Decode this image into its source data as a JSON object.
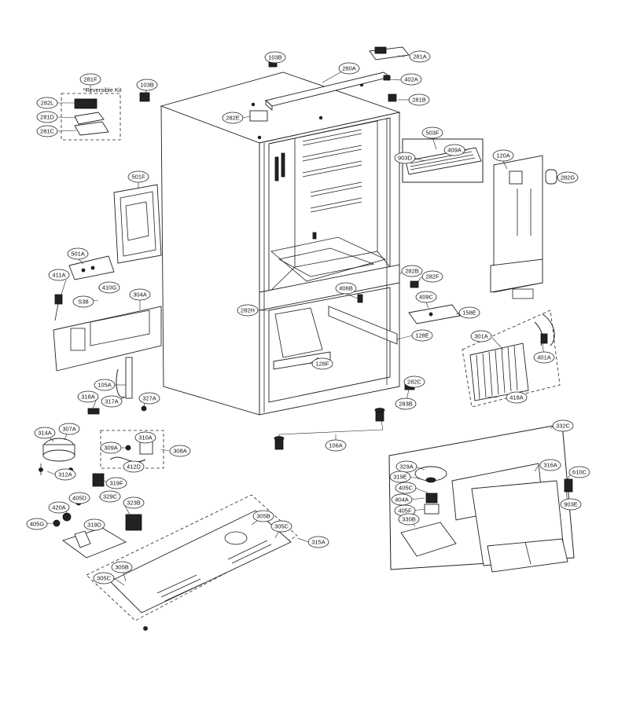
{
  "diagram": {
    "kit_note": "*Reversible Kit",
    "labels": {
      "103B_top": "103B",
      "103B_left": "103B",
      "280A": "280A",
      "281A": "281A",
      "402A": "402A",
      "281B": "281B",
      "281F": "281F",
      "282L": "282L",
      "281D": "281D",
      "281C": "281C",
      "282E": "282E",
      "503F": "503F",
      "409A": "409A",
      "903D": "903D",
      "120A": "120A",
      "282G": "282G",
      "501F": "501F",
      "501A": "501A",
      "411A": "411A",
      "410G": "410G",
      "S38": "S38",
      "304A": "304A",
      "282B": "282B",
      "282F": "282F",
      "406B": "406B",
      "282H": "282H",
      "409C": "409C",
      "158E": "158E",
      "128E": "128E",
      "128F": "128F",
      "301A": "301A",
      "401A": "401A",
      "418A": "418A",
      "105A": "105A",
      "318A": "318A",
      "317A": "317A",
      "327A": "327A",
      "282C": "282C",
      "283B": "283B",
      "106A": "106A",
      "332C": "332C",
      "314A": "314A",
      "307A": "307A",
      "312A": "312A",
      "310A": "310A",
      "309A": "309A",
      "308A": "308A",
      "412D": "412D",
      "319F": "319F",
      "329C": "329C",
      "323B": "323B",
      "420A": "420A",
      "405D": "405D",
      "405G": "405G",
      "319D": "319D",
      "305B_top": "305B",
      "305C_right": "305C",
      "315A": "315A",
      "305B_bottom": "305B",
      "305C_left": "305C",
      "329A": "329A",
      "316A": "316A",
      "319E": "319E",
      "610C": "610C",
      "405C": "405C",
      "404A": "404A",
      "405F": "405F",
      "903E": "903E",
      "330B": "330B"
    }
  }
}
